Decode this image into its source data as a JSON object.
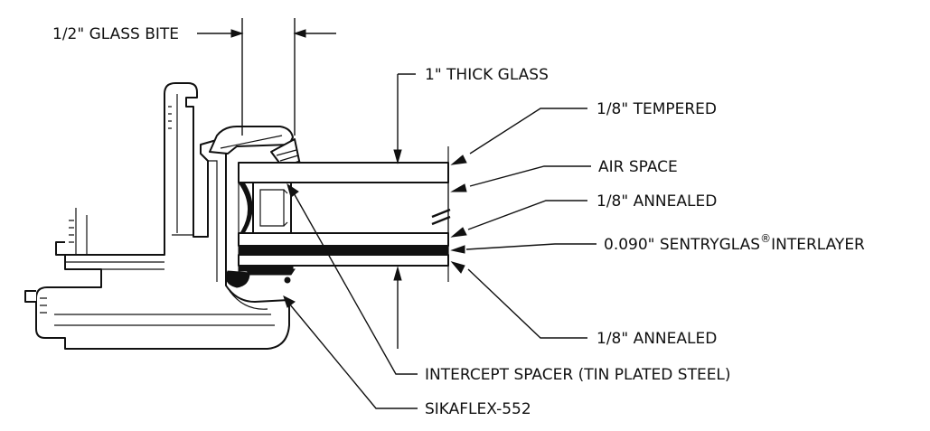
{
  "labels": {
    "glass_bite": "1/2\" GLASS BITE",
    "thick_glass": "1\" THICK GLASS",
    "tempered": "1/8\" TEMPERED",
    "air_space": "AIR SPACE",
    "annealed_1": "1/8\" ANNEALED",
    "interlayer_main": "0.090\" SENTRYGLAS",
    "interlayer_mark": "®",
    "interlayer_tail": "INTERLAYER",
    "annealed_2": "1/8\" ANNEALED",
    "spacer": "INTERCEPT SPACER (TIN PLATED STEEL)",
    "sealant": "SIKAFLEX-552"
  }
}
